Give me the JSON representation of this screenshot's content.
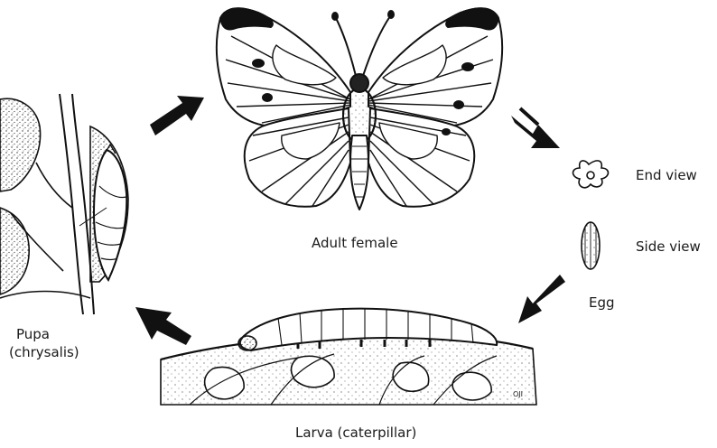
{
  "labels": {
    "adult": "Adult female",
    "end_view": "End view",
    "side_view": "Side view",
    "egg": "Egg",
    "pupa_line1": "Pupa",
    "pupa_line2": "(chrysalis)",
    "larva": "Larva (caterpillar)",
    "signature": "OJI"
  },
  "stages": [
    "Adult female",
    "Egg",
    "Larva (caterpillar)",
    "Pupa (chrysalis)"
  ],
  "colors": {
    "ink": "#111111",
    "paper": "#ffffff"
  }
}
